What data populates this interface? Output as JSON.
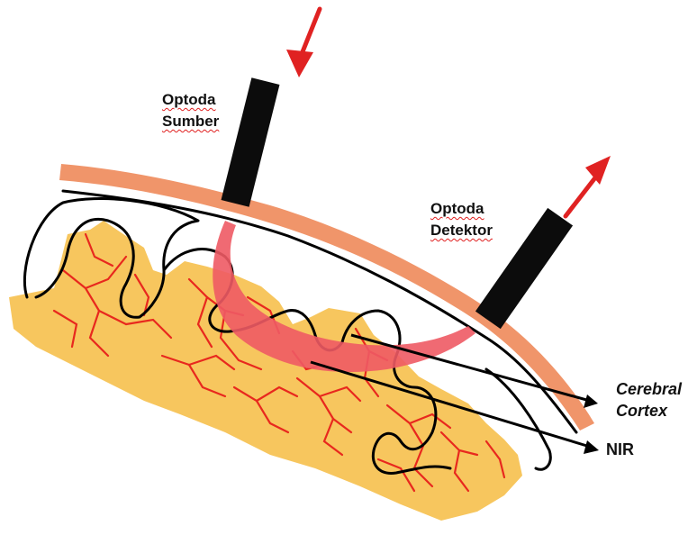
{
  "source_label": {
    "line1": "Optoda",
    "line2": "Sumber"
  },
  "detector_label": {
    "line1": "Optoda",
    "line2": "Detektor"
  },
  "cortex_label": {
    "line1": "Cerebral",
    "line2": "Cortex"
  },
  "nir_label": "NIR",
  "colors": {
    "scalp": "#f0956a",
    "cortex_fill": "#f7c65e",
    "vessels": "#e8281e",
    "nir_path": "#ee5a64",
    "optode": "#0c0c0c",
    "arrow": "#e02222",
    "outline": "#000000"
  },
  "icons": {
    "source_arrow": "arrow-down-icon",
    "detector_arrow": "arrow-up-icon"
  }
}
